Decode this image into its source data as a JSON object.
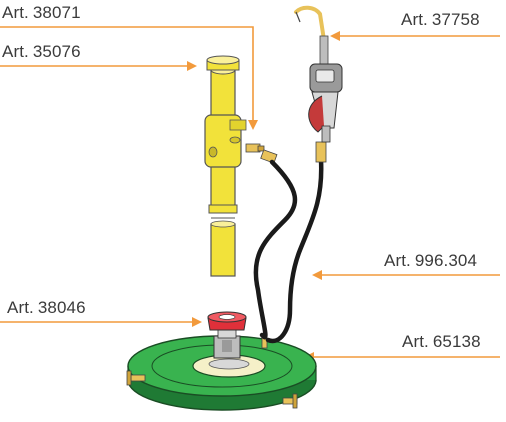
{
  "labels": [
    {
      "id": "art-38071",
      "prefix": "Art.",
      "number": "38071"
    },
    {
      "id": "art-35076",
      "prefix": "Art.",
      "number": "35076"
    },
    {
      "id": "art-37758",
      "prefix": "Art.",
      "number": "37758"
    },
    {
      "id": "art-996304",
      "prefix": "Art.",
      "number": "996.304"
    },
    {
      "id": "art-38046",
      "prefix": "Art.",
      "number": "38046"
    },
    {
      "id": "art-65138",
      "prefix": "Art.",
      "number": "65138"
    }
  ],
  "colors": {
    "leader": "#f29a3c",
    "pump_yellow": "#f2e23a",
    "lid_green": "#33a64a",
    "hose": "#1a1a1a",
    "fitting_brass": "#e8c25a",
    "quick_red": "#e0303a",
    "meter_gray": "#9a9a9a"
  }
}
